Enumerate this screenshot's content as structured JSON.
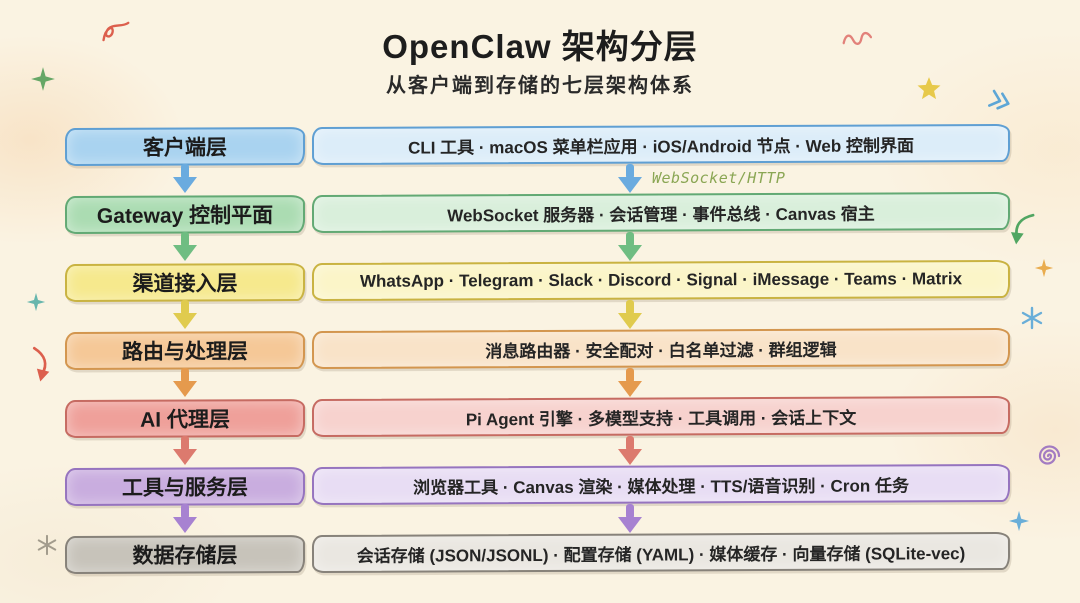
{
  "header": {
    "title": "OpenClaw 架构分层",
    "subtitle": "从客户端到存储的七层架构体系"
  },
  "arrow_label": {
    "text": "WebSocket/HTTP",
    "color": "#8aa653"
  },
  "layers": [
    {
      "name": "客户端层",
      "items_text": "CLI 工具 · macOS 菜单栏应用 · iOS/Android 节点 · Web 控制界面",
      "label_bg": "#a9d3f0",
      "content_bg": "#dcedf9",
      "border": "#5f9fd3",
      "arrow_color": "#6aabdf"
    },
    {
      "name": "Gateway 控制平面",
      "items_text": "WebSocket 服务器 · 会话管理 · 事件总线 · Canvas 宿主",
      "label_bg": "#abdcb2",
      "content_bg": "#d9efdb",
      "border": "#62a974",
      "arrow_color": "#6fbd82"
    },
    {
      "name": "渠道接入层",
      "items_text": "WhatsApp · Telegram · Slack · Discord · Signal · iMessage · Teams · Matrix",
      "label_bg": "#f6e98d",
      "content_bg": "#fbf5c8",
      "border": "#c9b342",
      "arrow_color": "#e0cb4e"
    },
    {
      "name": "路由与处理层",
      "items_text": "消息路由器 · 安全配对 · 白名单过滤 · 群组逻辑",
      "label_bg": "#f5c897",
      "content_bg": "#f9e3c8",
      "border": "#d3964f",
      "arrow_color": "#e59a4d"
    },
    {
      "name": "AI 代理层",
      "items_text": "Pi Agent 引擎 · 多模型支持 · 工具调用 · 会话上下文",
      "label_bg": "#efa09a",
      "content_bg": "#f7d2ce",
      "border": "#c66b62",
      "arrow_color": "#dc7a6e"
    },
    {
      "name": "工具与服务层",
      "items_text": "浏览器工具 · Canvas 渲染 · 媒体处理 · TTS/语音识别 · Cron 任务",
      "label_bg": "#c9addf",
      "content_bg": "#e8ddf4",
      "border": "#9674bf",
      "arrow_color": "#a782d1"
    },
    {
      "name": "数据存储层",
      "items_text": "会话存储 (JSON/JSONL) · 配置存储 (YAML) · 媒体缓存 · 向量存储 (SQLite-vec)",
      "label_bg": "#c7c3ba",
      "content_bg": "#eae7e1",
      "border": "#87827a",
      "arrow_color": "#9b968c"
    }
  ],
  "decorations": [
    {
      "name": "red-scribble",
      "color": "#d94f3d"
    },
    {
      "name": "green-sparkle",
      "color": "#57a05a"
    },
    {
      "name": "pink-squiggle",
      "color": "#e0756f"
    },
    {
      "name": "yellow-star",
      "color": "#e6c53a"
    },
    {
      "name": "blue-chevrons",
      "color": "#4d9fd6"
    },
    {
      "name": "green-curved-arrow",
      "color": "#3f9e55"
    },
    {
      "name": "orange-sparkle",
      "color": "#e8a53e"
    },
    {
      "name": "teal-star",
      "color": "#58b0a8"
    },
    {
      "name": "red-arrow",
      "color": "#d94f3d"
    },
    {
      "name": "blue-asterisk",
      "color": "#5aa7d8"
    },
    {
      "name": "purple-spiral",
      "color": "#9a6fc0"
    },
    {
      "name": "blue-sparkle",
      "color": "#5aa7d8"
    },
    {
      "name": "gray-sparkle",
      "color": "#9a9485"
    }
  ]
}
